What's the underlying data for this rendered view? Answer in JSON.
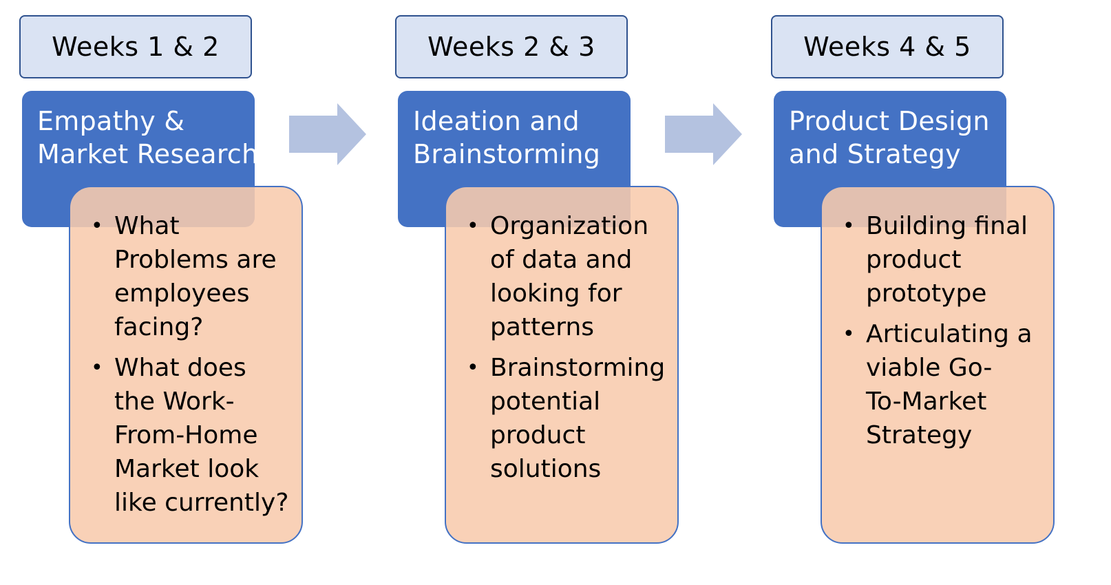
{
  "phases": [
    {
      "week": "Weeks 1 & 2",
      "title_lines": [
        "Empathy &",
        "Market Research"
      ],
      "bullets": [
        [
          "What",
          "Problems are",
          "employees",
          "facing?"
        ],
        [
          "What does",
          "the Work-",
          "From-Home",
          "Market look",
          "like currently?"
        ]
      ]
    },
    {
      "week": "Weeks 2 & 3",
      "title_lines": [
        "Ideation and",
        "Brainstorming"
      ],
      "bullets": [
        [
          "Organization",
          "of data and",
          "looking for",
          "patterns"
        ],
        [
          "Brainstorming",
          "potential",
          "product",
          "solutions"
        ]
      ]
    },
    {
      "week": "Weeks 4 & 5",
      "title_lines": [
        "Product Design",
        "and Strategy"
      ],
      "bullets": [
        [
          "Building final",
          "product",
          "prototype"
        ],
        [
          "Articulating a",
          "viable Go-",
          "To-Market",
          "Strategy"
        ]
      ]
    }
  ],
  "colors": {
    "week_fill": "#dae3f3",
    "title_fill": "#4472c4",
    "detail_fill": "#f8cbad",
    "arrow_fill": "#b4c2e0"
  },
  "arrow_icon": "right-arrow-icon"
}
